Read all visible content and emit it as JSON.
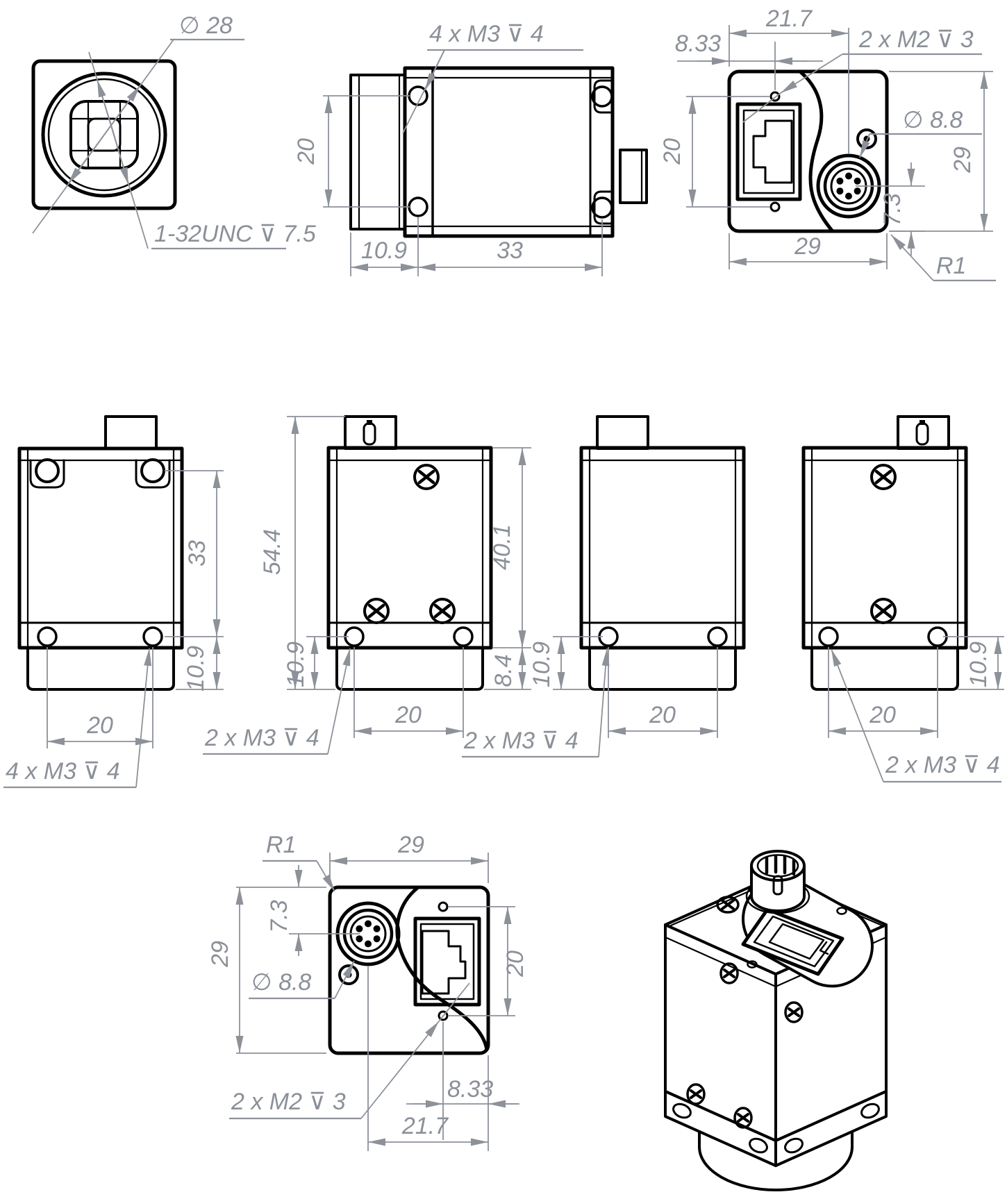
{
  "document": {
    "type": "mechanical dimensional drawing",
    "subject": "industrial camera housing, 9 views (orthographic + isometric)",
    "units": "mm"
  },
  "colors": {
    "background": "#ffffff",
    "geometry": "#000000",
    "dimension": "#8b9098"
  },
  "views": {
    "front": {
      "lens_diameter": "∅ 28",
      "lens_thread": "1-32UNC ⊽ 7.5"
    },
    "top": {
      "mount_callout": "4 x M3 ⊽ 4",
      "hole_row_offset": "20",
      "front_offset": "10.9",
      "hole_pitch": "33"
    },
    "rear_a": {
      "connector_x": "21.7",
      "m2_x": "8.33",
      "m2_callout": "2 x M2 ⊽ 3",
      "connector_dia": "∅ 8.8",
      "m2_pitch": "20",
      "height": "29",
      "connector_y": "7.3",
      "width": "29",
      "corner": "R1"
    },
    "side_a": {
      "hole_row_pitch": "33",
      "bottom_offset": "10.9",
      "hole_pitch": "20",
      "mount_callout": "4 x M3 ⊽ 4"
    },
    "side_b": {
      "total_height": "54.4",
      "body_height": "40.1",
      "bottom_offset": "10.9",
      "lens_protrusion": "8.4",
      "hole_pitch": "20",
      "mount_callout": "2 x M3 ⊽ 4"
    },
    "side_c": {
      "bottom_offset": "10.9",
      "hole_pitch": "20",
      "mount_callout": "2 x M3 ⊽ 4"
    },
    "side_d": {
      "bottom_offset": "10.9",
      "hole_pitch": "20",
      "mount_callout": "2 x M3 ⊽ 4"
    },
    "rear_b": {
      "corner": "R1",
      "width": "29",
      "connector_y": "7.3",
      "height": "29",
      "connector_dia": "∅ 8.8",
      "m2_pitch": "20",
      "m2_callout": "2 x M2 ⊽ 3",
      "m2_x": "8.33",
      "connector_x": "21.7"
    }
  }
}
